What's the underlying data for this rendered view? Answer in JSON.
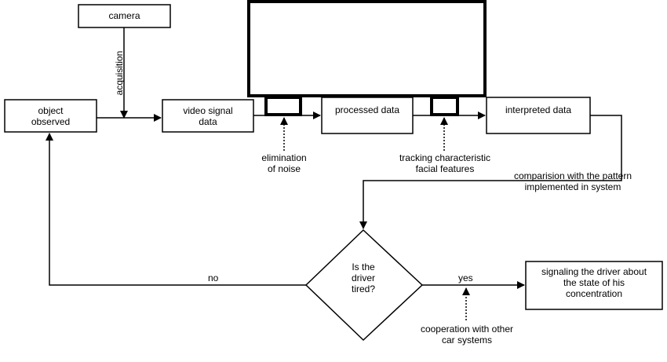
{
  "nodes": {
    "camera": "camera",
    "object_observed": "object\nobserved",
    "video_signal_data": "video signal\ndata",
    "processed_data": "processed data",
    "interpreted_data": "interpreted data",
    "decision": "Is the\ndriver\ntired?",
    "signaling": "signaling the driver about\nthe state of his\nconcentration"
  },
  "labels": {
    "acquisition": "acquisition",
    "elimination": "elimination\nof noise",
    "tracking": "tracking characteristic\nfacial features",
    "comparison": "comparision with the pattern\nimplemented in system",
    "no": "no",
    "yes": "yes",
    "cooperation": "cooperation with other\ncar systems"
  }
}
